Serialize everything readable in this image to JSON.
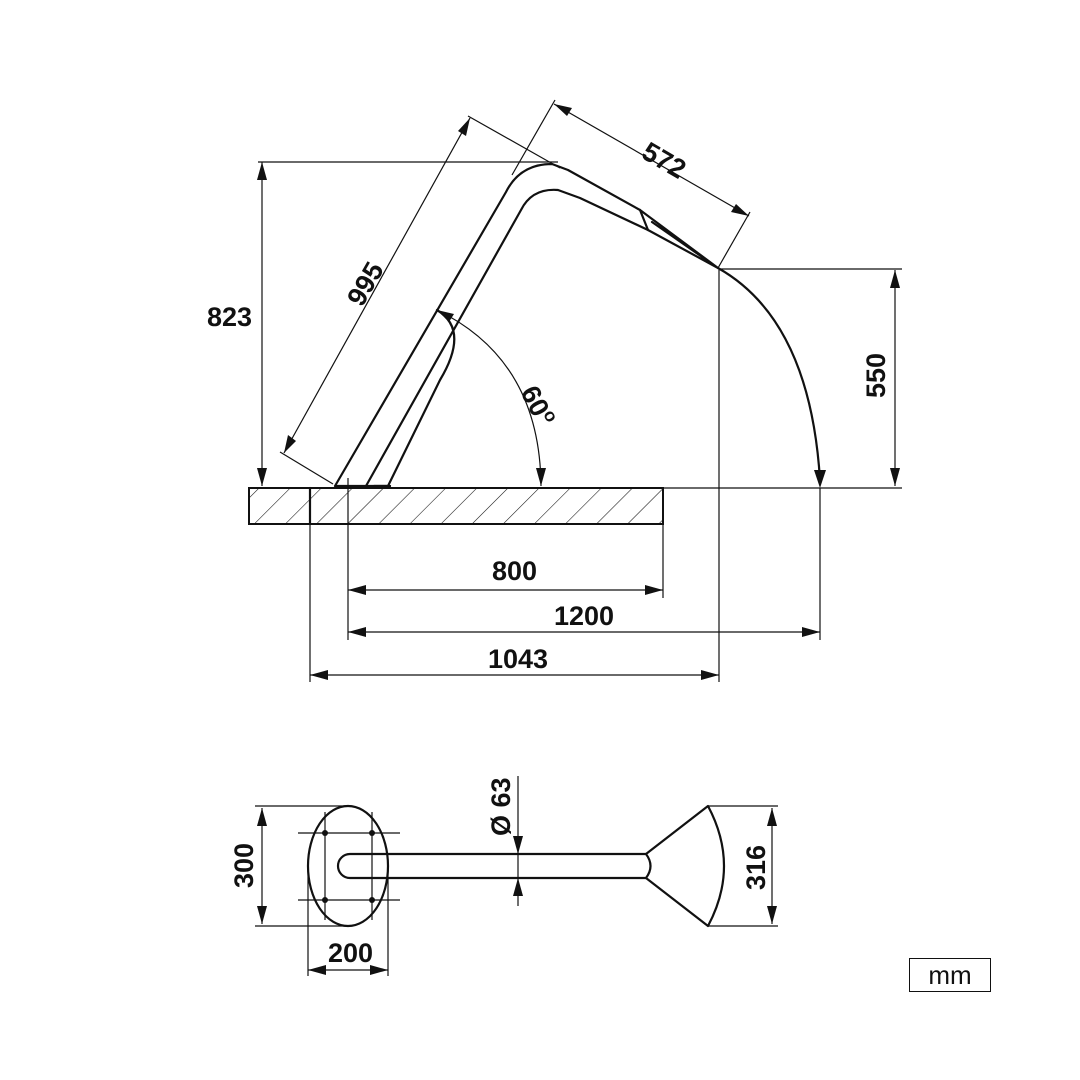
{
  "dimensions": {
    "height_total": "823",
    "arm_length": "995",
    "head_length": "572",
    "angle": "60",
    "angle_unit": "o",
    "drop_height": "550",
    "base_800": "800",
    "reach_1200": "1200",
    "reach_1043": "1043",
    "diameter": "Ø 63",
    "plate_height": "300",
    "plate_width": "200",
    "nozzle_width": "316"
  },
  "unit": "mm"
}
